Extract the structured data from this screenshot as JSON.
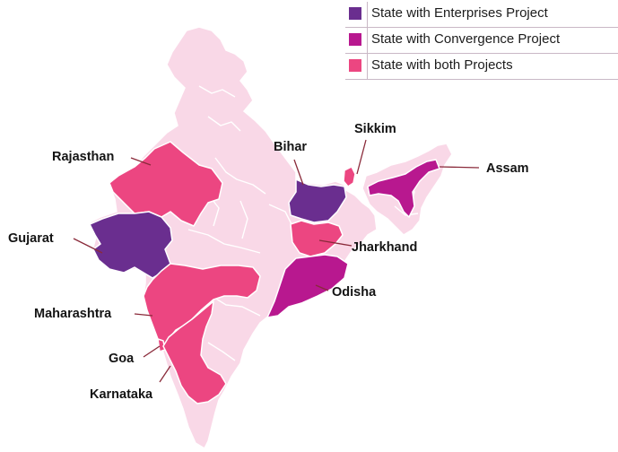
{
  "legend": {
    "items": [
      {
        "label": "State with Enterprises Project",
        "color": "#6a2e8f"
      },
      {
        "label": "State with Convergence Project",
        "color": "#b8188f"
      },
      {
        "label": "State with both Projects",
        "color": "#ec4681"
      }
    ]
  },
  "map": {
    "base_color": "#f9d8e7",
    "border_color": "#ffffff",
    "leader_color": "#8a2a3a"
  },
  "states": {
    "rajasthan": {
      "label": "Rajasthan",
      "category": "both"
    },
    "gujarat": {
      "label": "Gujarat",
      "category": "enterprises"
    },
    "maharashtra": {
      "label": "Maharashtra",
      "category": "both"
    },
    "goa": {
      "label": "Goa",
      "category": "both"
    },
    "karnataka": {
      "label": "Karnataka",
      "category": "both"
    },
    "bihar": {
      "label": "Bihar",
      "category": "enterprises"
    },
    "jharkhand": {
      "label": "Jharkhand",
      "category": "both"
    },
    "odisha": {
      "label": "Odisha",
      "category": "convergence"
    },
    "sikkim": {
      "label": "Sikkim",
      "category": "both"
    },
    "assam": {
      "label": "Assam",
      "category": "convergence"
    }
  }
}
